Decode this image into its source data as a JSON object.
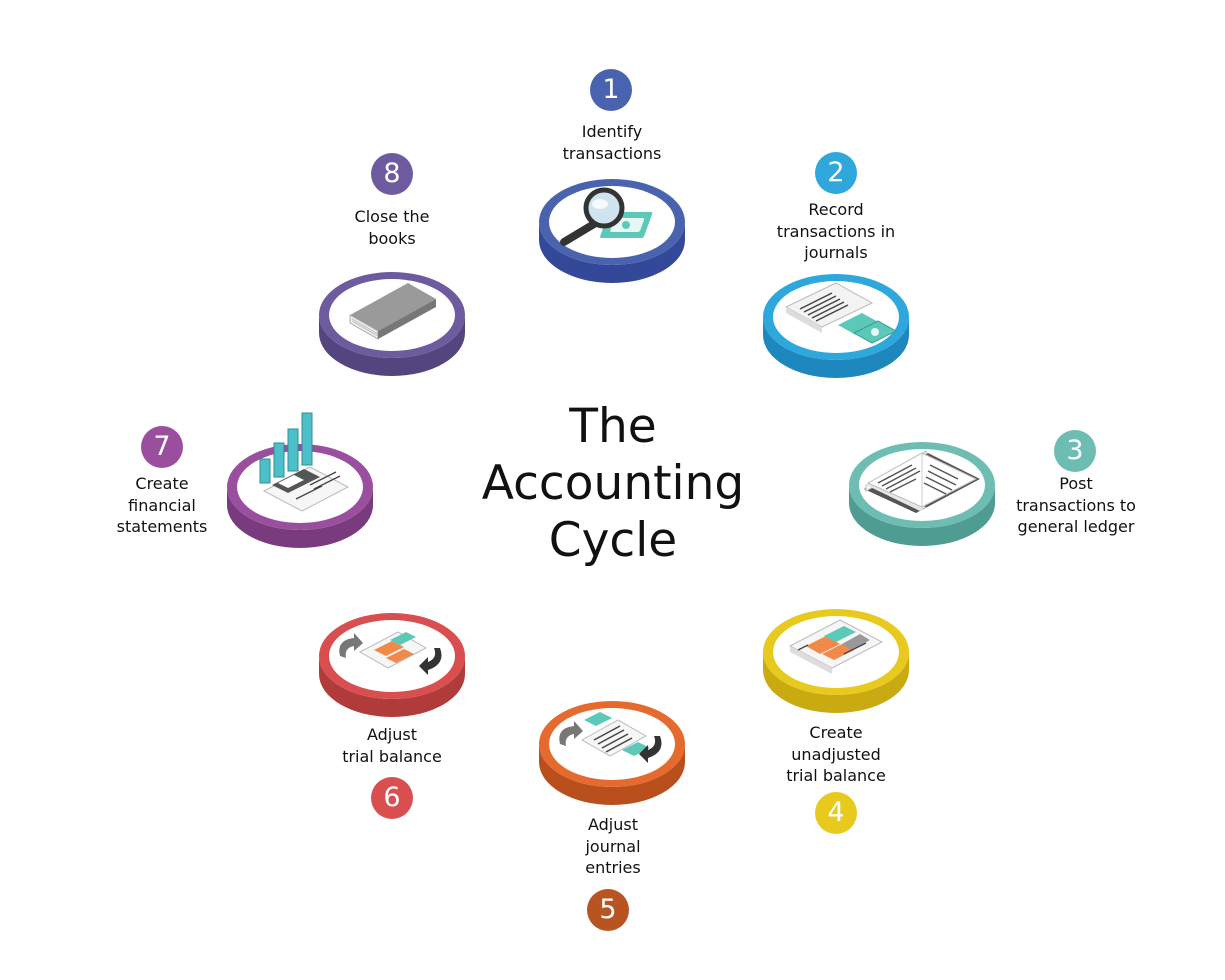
{
  "title": {
    "lines": [
      "The",
      "Accounting",
      "Cycle"
    ]
  },
  "steps": [
    {
      "number": "1",
      "label": [
        "Identify",
        "transactions"
      ],
      "color": "#4A63AE",
      "dark": "#34489A",
      "icon": "magnifier-cash-icon"
    },
    {
      "number": "2",
      "label": [
        "Record",
        "transactions in",
        "journals"
      ],
      "color": "#2EA7DC",
      "dark": "#1E87BE",
      "icon": "journal-cash-icon"
    },
    {
      "number": "3",
      "label": [
        "Post",
        "transactions to",
        "general ledger"
      ],
      "color": "#6DBDB3",
      "dark": "#4F9C92",
      "icon": "ledger-book-icon"
    },
    {
      "number": "4",
      "label": [
        "Create",
        "unadjusted",
        "trial balance"
      ],
      "color": "#E8C91E",
      "dark": "#C9AA10",
      "icon": "trial-balance-sheet-icon"
    },
    {
      "number": "5",
      "label": [
        "Adjust",
        "journal",
        "entries"
      ],
      "color": "#E56A2E",
      "dark": "#B84F1C",
      "icon": "adjust-journal-icon"
    },
    {
      "number": "6",
      "label": [
        "Adjust",
        "trial balance"
      ],
      "color": "#D94F4F",
      "dark": "#B13A3A",
      "icon": "adjust-trial-balance-icon"
    },
    {
      "number": "7",
      "label": [
        "Create",
        "financial",
        "statements"
      ],
      "color": "#9A4F9E",
      "dark": "#7A3B7E",
      "icon": "financial-statements-chart-icon"
    },
    {
      "number": "8",
      "label": [
        "Close the",
        "books"
      ],
      "color": "#6E5A9E",
      "dark": "#54457E",
      "icon": "closed-book-icon"
    }
  ]
}
